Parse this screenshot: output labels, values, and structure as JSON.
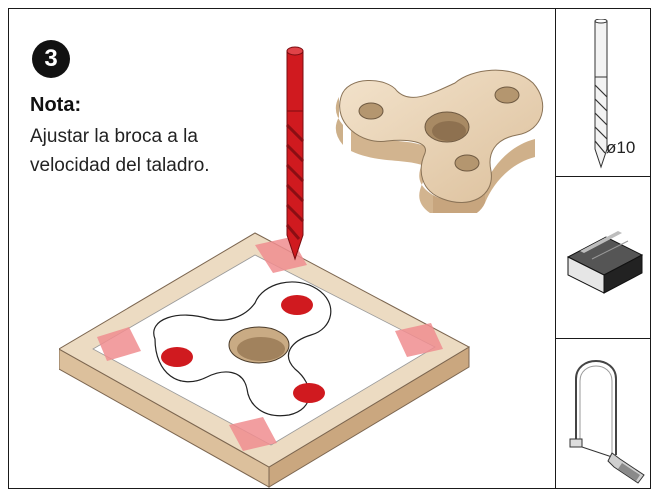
{
  "step": {
    "number": "3"
  },
  "note": {
    "title": "Nota:",
    "text": "Ajustar la broca a la velocidad del taladro."
  },
  "tools": [
    {
      "name": "drill-bit",
      "label": "ø10"
    },
    {
      "name": "sanding-block",
      "label": ""
    },
    {
      "name": "coping-saw",
      "label": ""
    }
  ],
  "colors": {
    "accent_red": "#d01a1f",
    "wood": "#e9d3b4",
    "tape": "#f08d8f"
  }
}
